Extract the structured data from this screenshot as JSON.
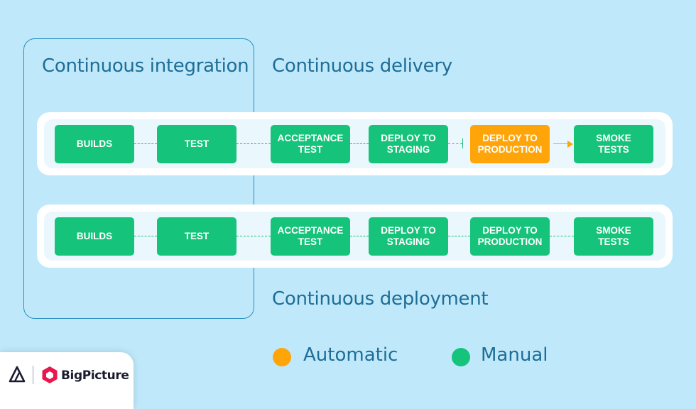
{
  "headings": {
    "ci": "Continuous integration",
    "delivery": "Continuous delivery",
    "deployment": "Continuous deployment"
  },
  "delivery_pipeline": {
    "steps": [
      {
        "label": "BUILDS",
        "mode": "manual"
      },
      {
        "label": "TEST",
        "mode": "manual"
      },
      {
        "label": "ACCEPTANCE\nTEST",
        "mode": "manual"
      },
      {
        "label": "DEPLOY TO\nSTAGING",
        "mode": "manual"
      },
      {
        "label": "DEPLOY TO\nPRODUCTION",
        "mode": "automatic"
      },
      {
        "label": "SMOKE\nTESTS",
        "mode": "manual"
      }
    ]
  },
  "deployment_pipeline": {
    "steps": [
      {
        "label": "BUILDS",
        "mode": "manual"
      },
      {
        "label": "TEST",
        "mode": "manual"
      },
      {
        "label": "ACCEPTANCE\nTEST",
        "mode": "manual"
      },
      {
        "label": "DEPLOY TO\nSTAGING",
        "mode": "manual"
      },
      {
        "label": "DEPLOY TO\nPRODUCTION",
        "mode": "manual"
      },
      {
        "label": "SMOKE\nTESTS",
        "mode": "manual"
      }
    ]
  },
  "legend": {
    "automatic": {
      "label": "Automatic",
      "color": "#ffa50a"
    },
    "manual": {
      "label": "Manual",
      "color": "#16c37a"
    }
  },
  "brand": {
    "name": "BigPicture"
  },
  "colors": {
    "background": "#bfe9fb",
    "heading": "#1f6d96",
    "manual": "#16c37a",
    "automatic": "#ffa50a"
  },
  "icons": {
    "left_logo": "atlassian-logo-icon",
    "brand_logo": "bigpicture-hexagon-icon"
  }
}
